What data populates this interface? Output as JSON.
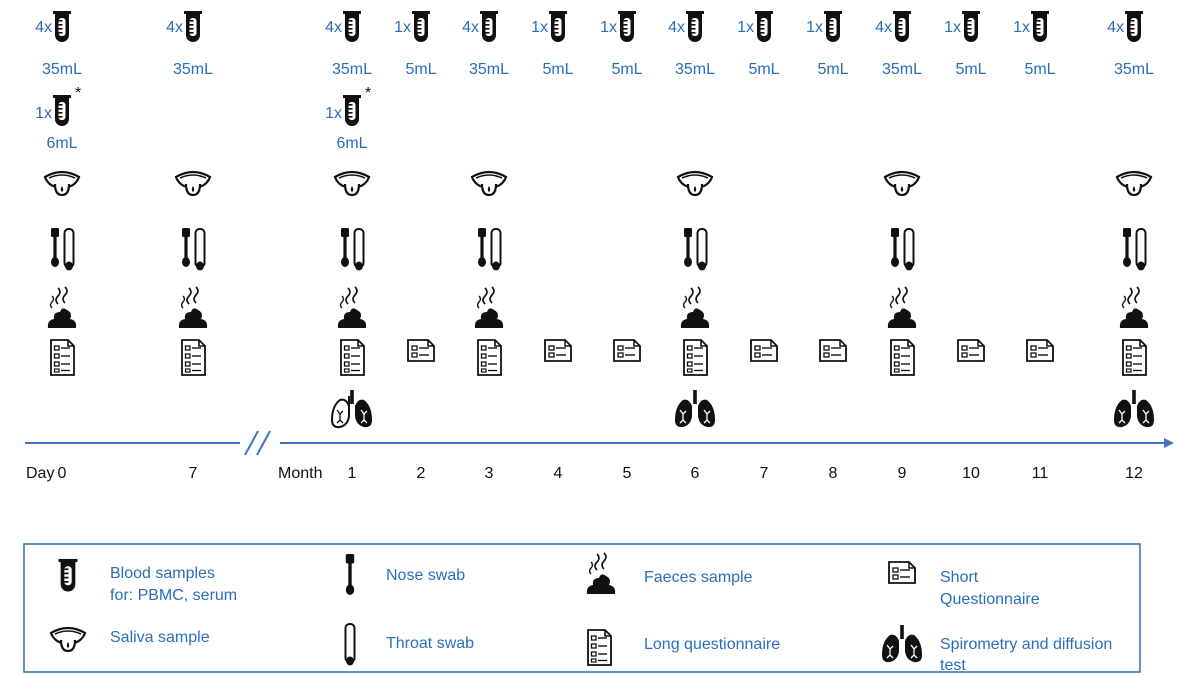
{
  "timeline": {
    "points": [
      {
        "id": "day0",
        "prefix": "Day",
        "label": "0",
        "blood": {
          "count": "4x",
          "volume": "35mL"
        },
        "extra_blood": {
          "count": "1x",
          "volume": "6mL",
          "marker": "*"
        },
        "saliva": true,
        "swabs": true,
        "faeces": true,
        "questionnaire": "long",
        "spirometry": false
      },
      {
        "id": "day7",
        "label": "7",
        "blood": {
          "count": "4x",
          "volume": "35mL"
        },
        "extra_blood": null,
        "saliva": true,
        "swabs": true,
        "faeces": true,
        "questionnaire": "long",
        "spirometry": false
      },
      {
        "id": "m1",
        "prefix": "Month",
        "label": "1",
        "blood": {
          "count": "4x",
          "volume": "35mL"
        },
        "extra_blood": {
          "count": "1x",
          "volume": "6mL",
          "marker": "*"
        },
        "saliva": true,
        "swabs": true,
        "faeces": true,
        "questionnaire": "long",
        "spirometry": true,
        "spirometry_style": "outline"
      },
      {
        "id": "m2",
        "label": "2",
        "blood": {
          "count": "1x",
          "volume": "5mL"
        },
        "extra_blood": null,
        "saliva": false,
        "swabs": false,
        "faeces": false,
        "questionnaire": "short",
        "spirometry": false
      },
      {
        "id": "m3",
        "label": "3",
        "blood": {
          "count": "4x",
          "volume": "35mL"
        },
        "extra_blood": null,
        "saliva": true,
        "swabs": true,
        "faeces": true,
        "questionnaire": "long",
        "spirometry": false
      },
      {
        "id": "m4",
        "label": "4",
        "blood": {
          "count": "1x",
          "volume": "5mL"
        },
        "extra_blood": null,
        "saliva": false,
        "swabs": false,
        "faeces": false,
        "questionnaire": "short",
        "spirometry": false
      },
      {
        "id": "m5",
        "label": "5",
        "blood": {
          "count": "1x",
          "volume": "5mL"
        },
        "extra_blood": null,
        "saliva": false,
        "swabs": false,
        "faeces": false,
        "questionnaire": "short",
        "spirometry": false
      },
      {
        "id": "m6",
        "label": "6",
        "blood": {
          "count": "4x",
          "volume": "35mL"
        },
        "extra_blood": null,
        "saliva": true,
        "swabs": true,
        "faeces": true,
        "questionnaire": "long",
        "spirometry": true,
        "spirometry_style": "filled"
      },
      {
        "id": "m7",
        "label": "7",
        "blood": {
          "count": "1x",
          "volume": "5mL"
        },
        "extra_blood": null,
        "saliva": false,
        "swabs": false,
        "faeces": false,
        "questionnaire": "short",
        "spirometry": false
      },
      {
        "id": "m8",
        "label": "8",
        "blood": {
          "count": "1x",
          "volume": "5mL"
        },
        "extra_blood": null,
        "saliva": false,
        "swabs": false,
        "faeces": false,
        "questionnaire": "short",
        "spirometry": false
      },
      {
        "id": "m9",
        "label": "9",
        "blood": {
          "count": "4x",
          "volume": "35mL"
        },
        "extra_blood": null,
        "saliva": true,
        "swabs": true,
        "faeces": true,
        "questionnaire": "long",
        "spirometry": false
      },
      {
        "id": "m10",
        "label": "10",
        "blood": {
          "count": "1x",
          "volume": "5mL"
        },
        "extra_blood": null,
        "saliva": false,
        "swabs": false,
        "faeces": false,
        "questionnaire": "short",
        "spirometry": false
      },
      {
        "id": "m11",
        "label": "11",
        "blood": {
          "count": "1x",
          "volume": "5mL"
        },
        "extra_blood": null,
        "saliva": false,
        "swabs": false,
        "faeces": false,
        "questionnaire": "short",
        "spirometry": false
      },
      {
        "id": "m12",
        "label": "12",
        "blood": {
          "count": "4x",
          "volume": "35mL"
        },
        "extra_blood": null,
        "saliva": true,
        "swabs": true,
        "faeces": true,
        "questionnaire": "long",
        "spirometry": true,
        "spirometry_style": "filled"
      }
    ]
  },
  "legend": {
    "blood": [
      "Blood samples",
      "for: PBMC, serum"
    ],
    "saliva": [
      "Saliva sample"
    ],
    "nose": [
      "Nose swab"
    ],
    "throat": [
      "Throat swab"
    ],
    "faeces": [
      "Faeces sample"
    ],
    "long_q": [
      "Long questionnaire"
    ],
    "short_q": [
      "Short",
      "Questionnaire"
    ],
    "spiro": [
      "Spirometry and diffusion",
      "test"
    ]
  },
  "colors": {
    "accent": "#2a6ebb",
    "icon": "#111111"
  }
}
